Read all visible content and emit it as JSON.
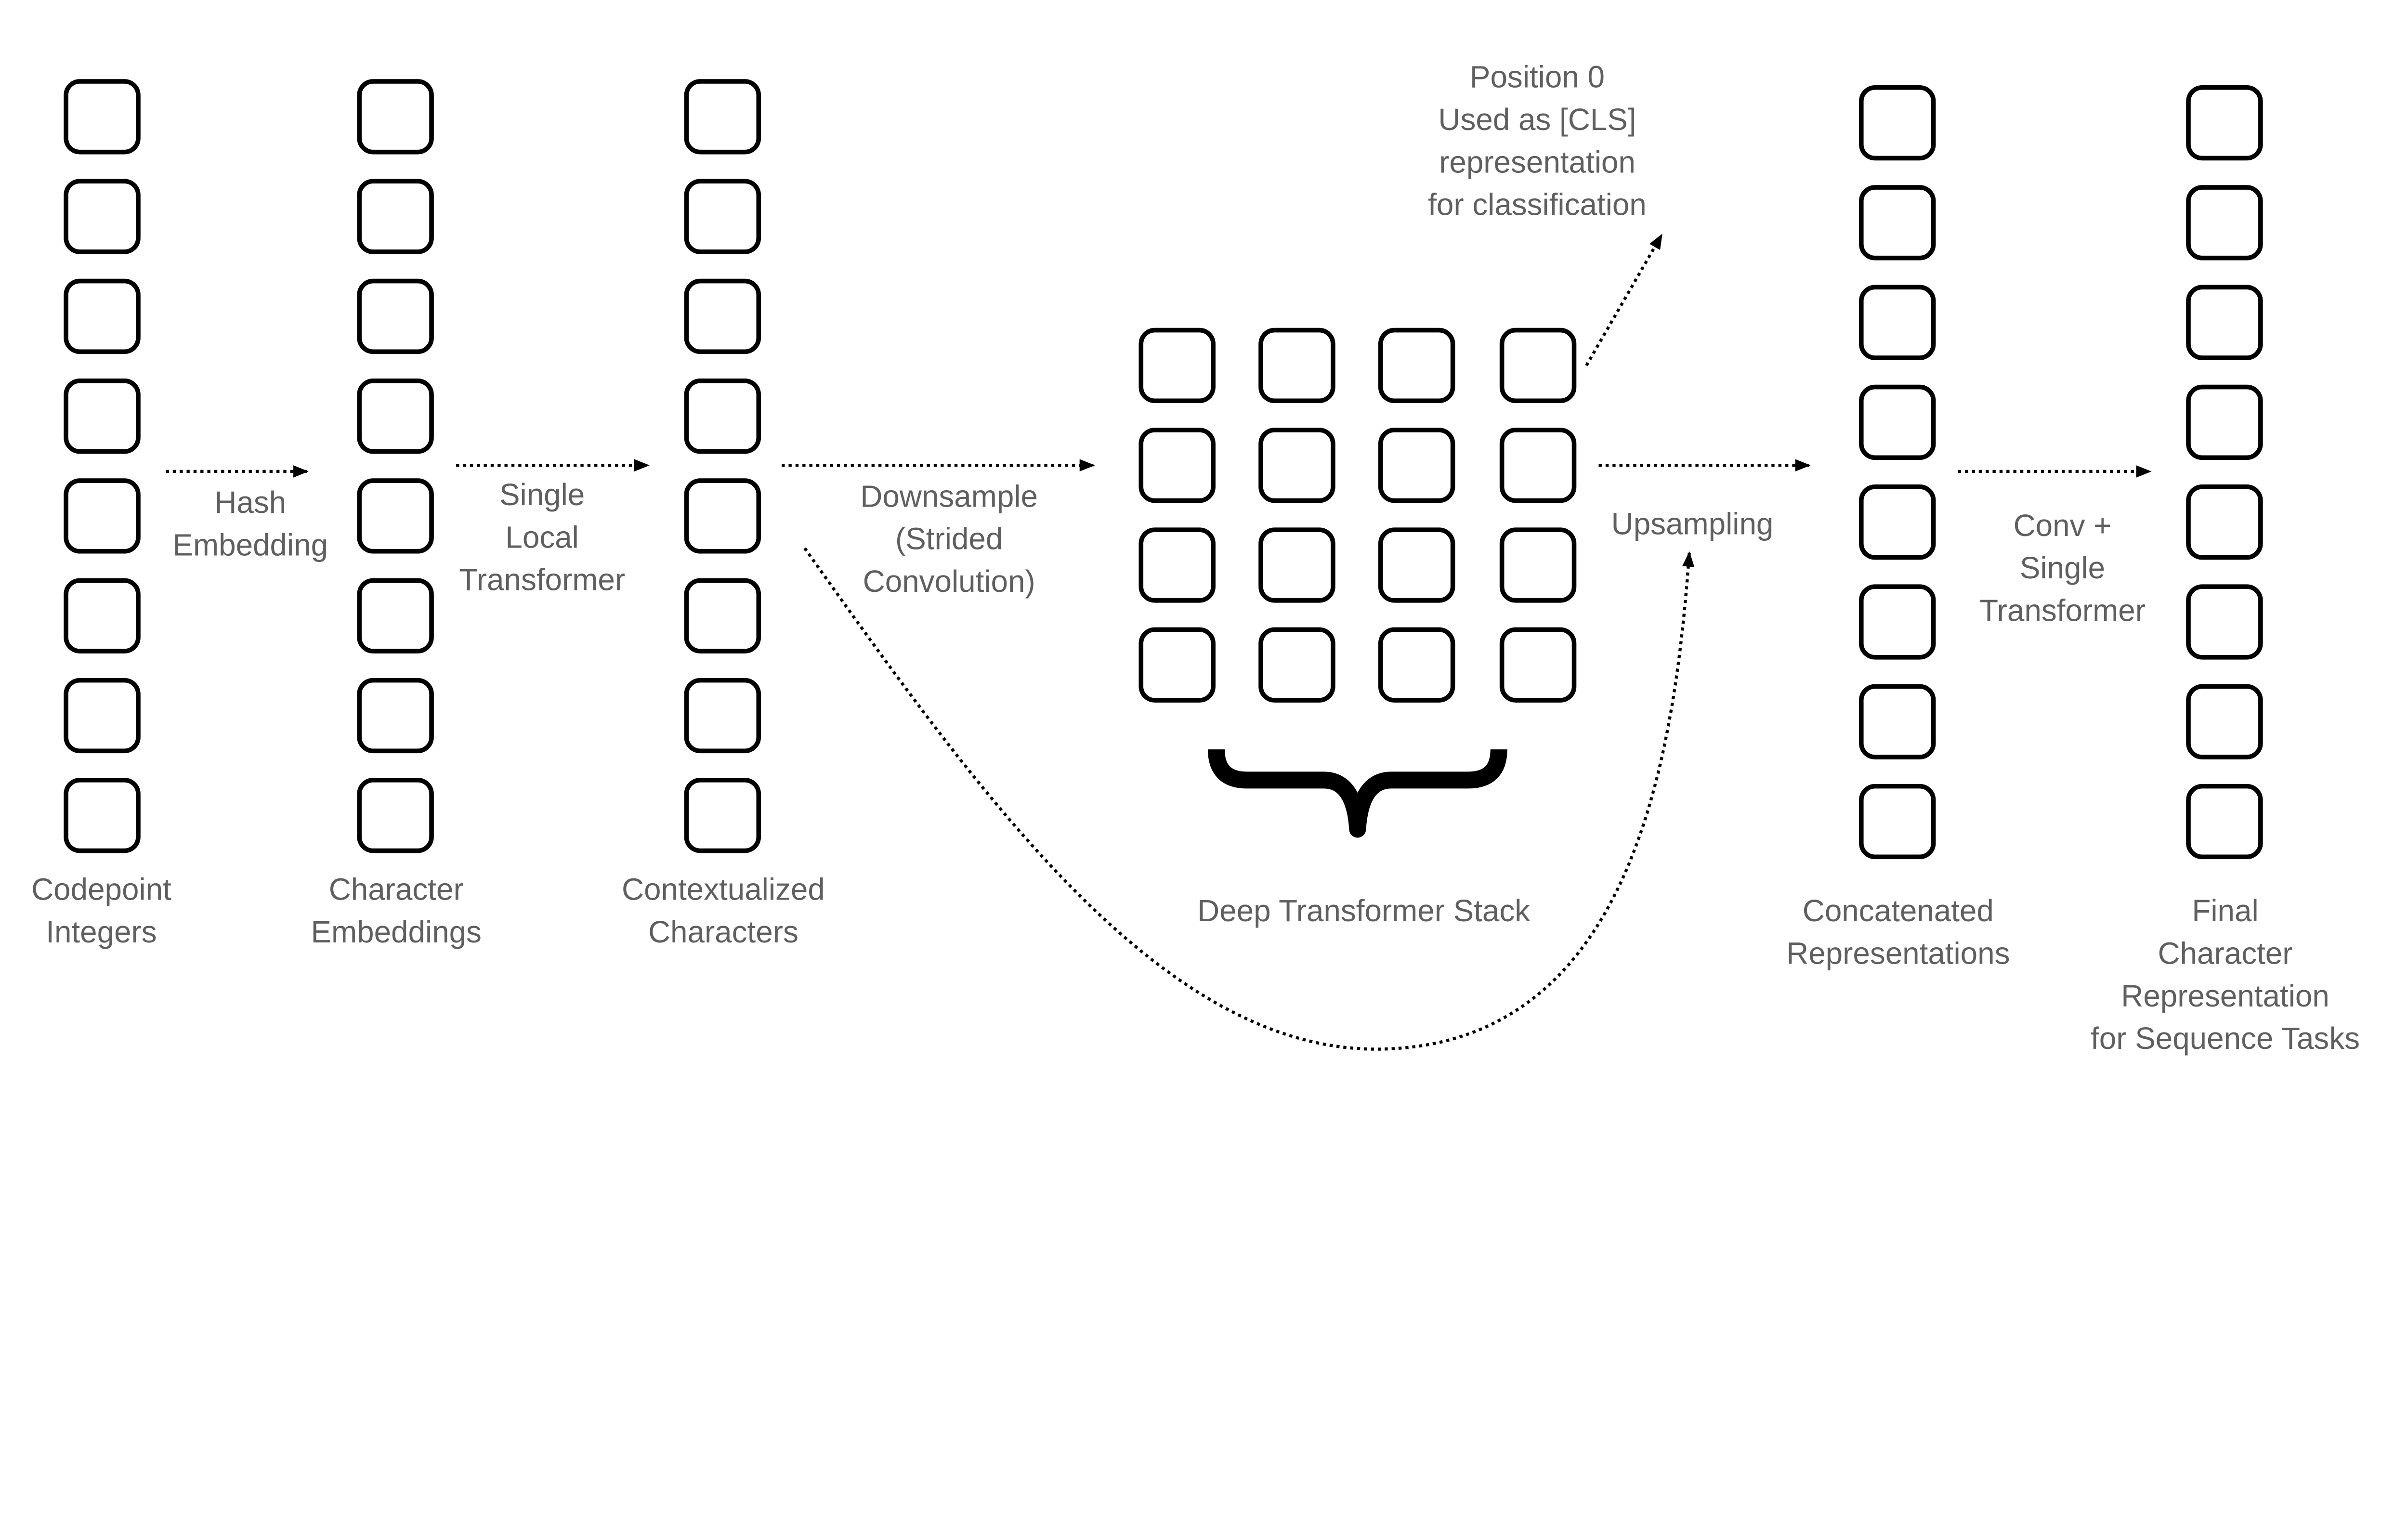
{
  "labels": {
    "hash_embedding": [
      "Hash",
      "Embedding"
    ],
    "single_local_transformer": [
      "Single",
      "Local",
      "Transformer"
    ],
    "downsample": [
      "Downsample",
      "(Strided",
      "Convolution)"
    ],
    "upsampling": [
      "Upsampling"
    ],
    "conv_single_transformer": [
      "Conv +",
      "Single",
      "Transformer"
    ],
    "position0": [
      "Position 0",
      "Used as [CLS]",
      "representation",
      "for classification"
    ],
    "codepoint_integers": [
      "Codepoint",
      "Integers"
    ],
    "character_embeddings": [
      "Character",
      "Embeddings"
    ],
    "contextualized_characters": [
      "Contextualized",
      "Characters"
    ],
    "deep_transformer_stack": [
      "Deep Transformer Stack"
    ],
    "concatenated_representations": [
      "Concatenated",
      "Representations"
    ],
    "final_representation": [
      "Final",
      "Character",
      "Representation",
      "for Sequence Tasks"
    ]
  },
  "colors": {
    "text": "#5f5f5f",
    "stroke": "#000000"
  }
}
